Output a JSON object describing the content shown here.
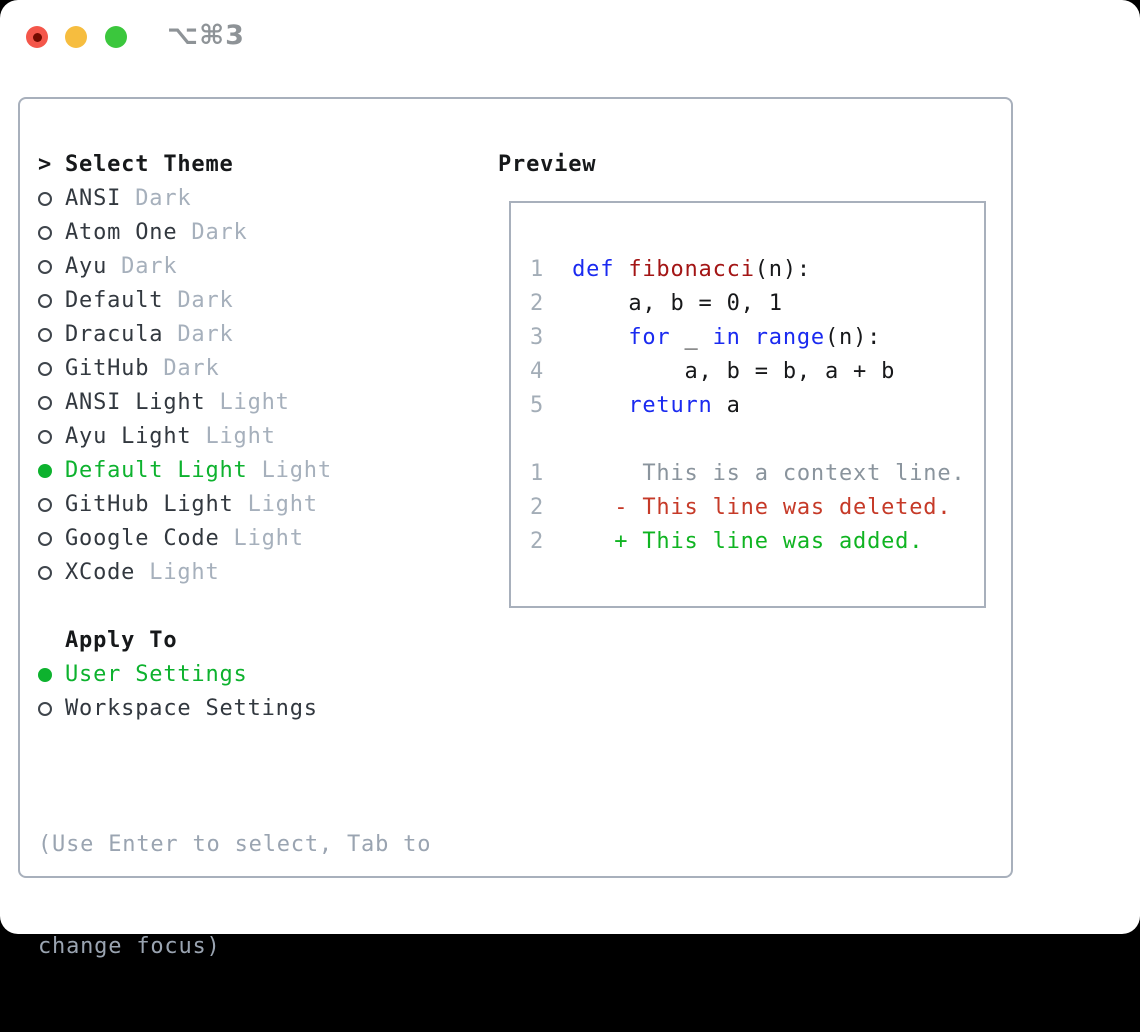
{
  "titlebar": {
    "title": "⌥⌘3",
    "buttons": [
      "close",
      "minimize",
      "zoom"
    ]
  },
  "colors": {
    "accent_green": "#0db22e",
    "muted": "#a6b0bc",
    "text_dark": "#32383f",
    "header": "#16181a",
    "help": "#9aa4b1",
    "panel_border": "#a8b0bc",
    "line_number": "#a3adb7",
    "keyword": "#1a2af0",
    "function": "#a31515",
    "code_default": "#17181a",
    "context": "#8a949d",
    "deleted": "#c63a28",
    "added": "#10b422"
  },
  "theme_picker": {
    "prompt": ">",
    "header": "Select Theme",
    "items": [
      {
        "name": "ANSI",
        "variant": "Dark",
        "selected": false
      },
      {
        "name": "Atom One",
        "variant": "Dark",
        "selected": false
      },
      {
        "name": "Ayu",
        "variant": "Dark",
        "selected": false
      },
      {
        "name": "Default",
        "variant": "Dark",
        "selected": false
      },
      {
        "name": "Dracula",
        "variant": "Dark",
        "selected": false
      },
      {
        "name": "GitHub",
        "variant": "Dark",
        "selected": false
      },
      {
        "name": "ANSI Light",
        "variant": "Light",
        "selected": false
      },
      {
        "name": "Ayu Light",
        "variant": "Light",
        "selected": false
      },
      {
        "name": "Default Light",
        "variant": "Light",
        "selected": true
      },
      {
        "name": "GitHub Light",
        "variant": "Light",
        "selected": false
      },
      {
        "name": "Google Code",
        "variant": "Light",
        "selected": false
      },
      {
        "name": "XCode",
        "variant": "Light",
        "selected": false
      }
    ],
    "apply_to": {
      "header": "Apply To",
      "options": [
        {
          "label": "User Settings",
          "selected": true
        },
        {
          "label": "Workspace Settings",
          "selected": false
        }
      ]
    },
    "help_lines": [
      "(Use Enter to select, Tab to",
      "change focus)"
    ]
  },
  "preview": {
    "title": "Preview",
    "lines": [
      {
        "num": "1",
        "segments": [
          {
            "text": "def ",
            "color": "keyword"
          },
          {
            "text": "fibonacci",
            "color": "function"
          },
          {
            "text": "(n):",
            "color": "code_default"
          }
        ]
      },
      {
        "num": "2",
        "segments": [
          {
            "text": "    a, b = 0, 1",
            "color": "code_default"
          }
        ]
      },
      {
        "num": "3",
        "segments": [
          {
            "text": "    ",
            "color": "code_default"
          },
          {
            "text": "for",
            "color": "keyword"
          },
          {
            "text": " _ ",
            "color": "code_default"
          },
          {
            "text": "in",
            "color": "keyword"
          },
          {
            "text": " ",
            "color": "code_default"
          },
          {
            "text": "range",
            "color": "keyword"
          },
          {
            "text": "(n):",
            "color": "code_default"
          }
        ]
      },
      {
        "num": "4",
        "segments": [
          {
            "text": "        a, b = b, a + b",
            "color": "code_default"
          }
        ]
      },
      {
        "num": "5",
        "segments": [
          {
            "text": "    ",
            "color": "code_default"
          },
          {
            "text": "return",
            "color": "keyword"
          },
          {
            "text": " a",
            "color": "code_default"
          }
        ]
      },
      {
        "num": "",
        "segments": []
      },
      {
        "num": "1",
        "segments": [
          {
            "text": "     This is a context line.",
            "color": "context"
          }
        ]
      },
      {
        "num": "2",
        "segments": [
          {
            "text": "   - This line was deleted.",
            "color": "deleted"
          }
        ]
      },
      {
        "num": "2",
        "segments": [
          {
            "text": "   + This line was added.",
            "color": "added"
          }
        ]
      }
    ]
  }
}
